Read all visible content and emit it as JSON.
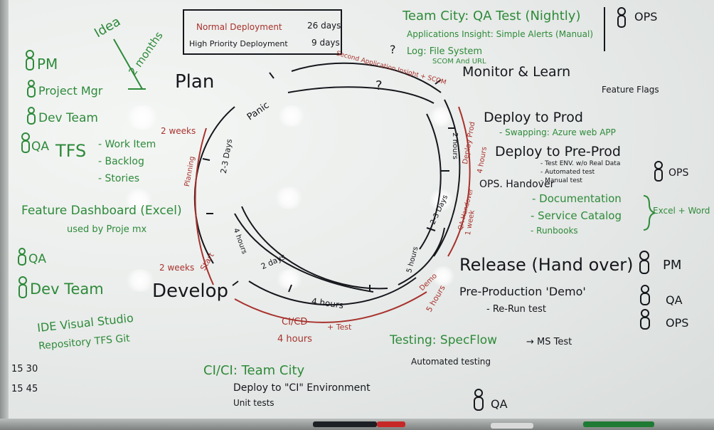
{
  "colors": {
    "green": "#2e8a3a",
    "black": "#15171c",
    "red": "#a8322d",
    "board": "#eef0ee"
  },
  "roles_left": {
    "pm": "PM",
    "project_mgr": "Project Mgr",
    "dev_team": "Dev Team",
    "qa": "QA"
  },
  "tfs": {
    "label": "TFS",
    "items": [
      "- Work Item",
      "- Backlog",
      "- Stories"
    ]
  },
  "idea": {
    "label": "Idea",
    "duration": "2 months"
  },
  "deploy_box": {
    "normal_label": "Normal Deployment",
    "normal_days": "26 days",
    "priority_label": "High Priority Deployment",
    "priority_days": "9 days"
  },
  "feature_dashboard": {
    "title": "Feature Dashboard (Excel)",
    "subtitle": "used by Proje mx"
  },
  "develop_roles": {
    "qa": "QA",
    "dev_team": "Dev Team"
  },
  "ide": {
    "line1": "IDE Visual Studio",
    "line2": "Repository TFS Git"
  },
  "time_notes": [
    "15 30",
    "15 45"
  ],
  "phases": {
    "plan": "Plan",
    "develop": "Develop",
    "monitor": "Monitor & Learn",
    "release": "Release (Hand over)"
  },
  "teamcity": {
    "title": "Team City: QA Test (Nightly)",
    "applications": "Applications Insight: Simple Alerts (Manual)",
    "log": "Log: File System",
    "log2": "SCOM And URL",
    "ops": "OPS"
  },
  "feature_flags": "Feature Flags",
  "deploy_prod": {
    "title": "Deploy to Prod",
    "sub": "- Swapping: Azure web APP"
  },
  "deploy_preprod": {
    "title": "Deploy to Pre-Prod",
    "line1": "- Test ENV. w/o Real Data",
    "line2": "- Automated test",
    "line3": "- Manual test",
    "ops": "OPS"
  },
  "ops_handover": {
    "title": "OPS. Handover",
    "items": [
      "- Documentation",
      "- Service Catalog",
      "- Runbooks"
    ],
    "excel_word": "Excel + Word"
  },
  "release_roles": [
    "PM",
    "QA",
    "OPS"
  ],
  "preproduction": {
    "line1": "Pre-Production 'Demo'",
    "line2": "- Re-Run test"
  },
  "testing": {
    "line1": "Testing: SpecFlow",
    "arrow": "→ MS Test",
    "line2": "Automated testing"
  },
  "ci": {
    "title": "CI/CI: Team City",
    "line1": "Deploy to \"CI\" Environment",
    "line2": "Unit tests"
  },
  "qa_bottom": "QA",
  "cycle_labels": {
    "panic": "Panic",
    "two_three_days": "2-3 Days",
    "two_weeks_top": "2 weeks",
    "planning": "Planning",
    "two_weeks_left": "2 weeks",
    "start": "Start",
    "four_hours_inner": "4 hours",
    "four_hours_arc": "4 hours",
    "two_days": "2 days",
    "four_hours_bottom": "4 hours",
    "ci_cd": "CI/CD",
    "test": "+ Test",
    "five_hours": "5 hours",
    "demo": "Demo",
    "five_hours_red": "5 hours",
    "two_three_days_right": "2-3 Days",
    "qa_handover": "QA Handover",
    "one_week": "1 week",
    "two_hours": "2 hours",
    "deploy_prod_red": "Deploy Prod",
    "four_hours_red": "4 hours",
    "second_app": "Second Application Insight + SCOM",
    "question1": "?",
    "question2": "?"
  }
}
